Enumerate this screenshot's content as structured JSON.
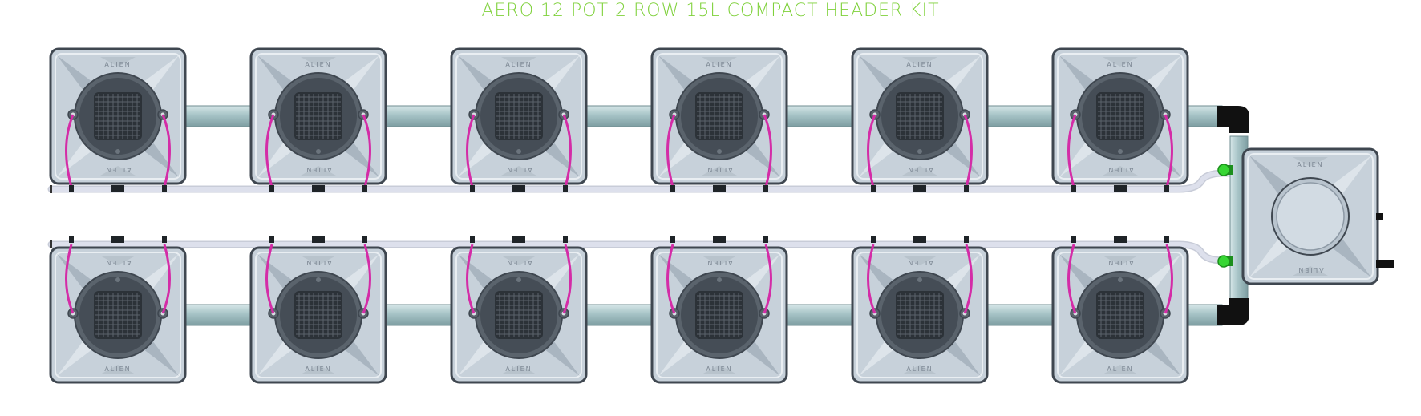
{
  "title": "AERO 12 POT 2 ROW 15L COMPACT HEADER KIT",
  "pot_brand": "ALIEN",
  "colors": {
    "title": "#7fd13b",
    "pot_body": "#c7d1da",
    "pot_body_dark": "#a9b5c0",
    "pot_outline": "#3f4750",
    "lid": "#454d56",
    "mesh": "#2c3238",
    "pipe": "#a6c3c6",
    "pipe_highlight": "#d6e6e8",
    "feed_line": "#dde0ec",
    "drip_line": "#d42ca7",
    "valve": "#37d634",
    "elbow": "#111111"
  },
  "rows": [
    {
      "label": "top",
      "pots": 6
    },
    {
      "label": "bottom",
      "pots": 6
    }
  ],
  "header_tank": {
    "pots": 1
  }
}
